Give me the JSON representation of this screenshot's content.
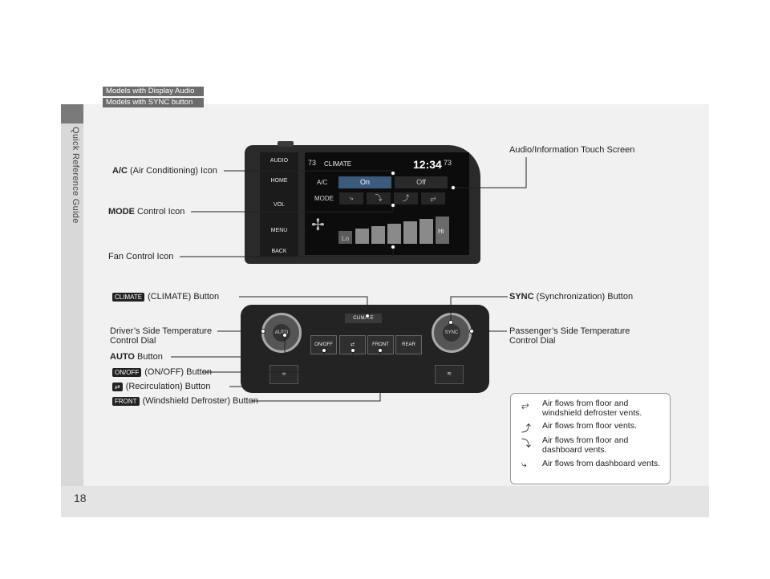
{
  "page": {
    "number": "18",
    "side_label": "Quick Reference Guide"
  },
  "chips": {
    "display_audio": "Models with Display Audio",
    "sync_button": "Models with SYNC button"
  },
  "screen": {
    "temp_left": "73",
    "title": "CLIMATE",
    "time": "12:34",
    "temp_right": "73",
    "ac_label": "A/C",
    "ac_on": "On",
    "ac_off": "Off",
    "mode_label": "MODE",
    "fan_lo": "Lo",
    "fan_hi": "Hi",
    "head_buttons": [
      "AUDIO",
      "HOME",
      "VOL",
      "MENU",
      "BACK"
    ]
  },
  "annotations": {
    "ac_bold": "A/C",
    "ac_rest": " (Air Conditioning) Icon",
    "touch_screen": "Audio/Information Touch Screen",
    "mode_bold": "MODE",
    "mode_rest": " Control Icon",
    "fan_control": "Fan Control Icon",
    "climate_key": "CLIMATE",
    "climate_rest": "(CLIMATE) Button",
    "sync_bold": "SYNC",
    "sync_rest": " (Synchronization) Button",
    "driver_dial_1": "Driver’s Side Temperature",
    "driver_dial_2": "Control Dial",
    "pass_dial_1": "Passenger’s Side Temperature",
    "pass_dial_2": "Control Dial",
    "auto_bold": "AUTO",
    "auto_rest": " Button",
    "onoff_key": "ON/OFF",
    "onoff_rest": "(ON/OFF) Button",
    "recirc_rest": "(Recirculation) Button",
    "defrost_key": "FRONT",
    "defrost_rest": "(Windshield Defroster) Button"
  },
  "panel": {
    "auto": "AUTO",
    "sync": "SYNC",
    "onoff": "ON/OFF",
    "front": "FRONT",
    "rear": "REAR",
    "climate": "CLIMATE"
  },
  "legend": {
    "items": [
      {
        "icon": "floor-windshield-icon",
        "text": "Air flows from floor and windshield defroster vents."
      },
      {
        "icon": "floor-icon",
        "text": "Air flows from floor vents."
      },
      {
        "icon": "floor-dashboard-icon",
        "text": "Air flows from floor and dashboard vents."
      },
      {
        "icon": "dashboard-icon",
        "text": "Air flows from dashboard vents."
      }
    ]
  }
}
